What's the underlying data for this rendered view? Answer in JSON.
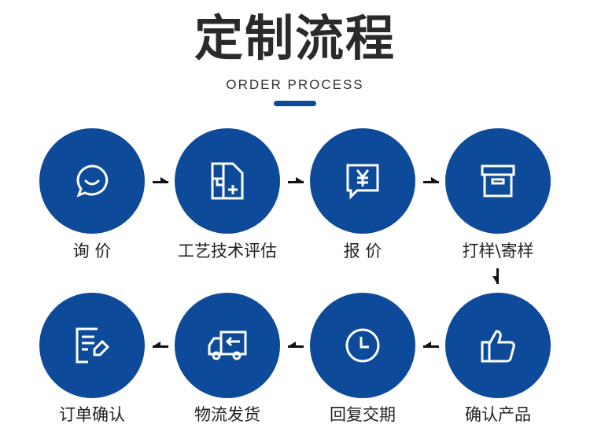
{
  "header": {
    "title": "定制流程",
    "subtitle": "ORDER PROCESS"
  },
  "accent": "#0d4a9a",
  "steps": [
    {
      "label": "询 价",
      "icon": "chat-bubble-icon"
    },
    {
      "label": "工艺技术评估",
      "icon": "blueprint-icon"
    },
    {
      "label": "报 价",
      "icon": "yen-quote-icon"
    },
    {
      "label": "打样\\寄样",
      "icon": "box-icon"
    },
    {
      "label": "确认产品",
      "icon": "thumbs-up-icon"
    },
    {
      "label": "回复交期",
      "icon": "clock-icon"
    },
    {
      "label": "物流发货",
      "icon": "delivery-truck-icon"
    },
    {
      "label": "订单确认",
      "icon": "order-form-icon"
    }
  ]
}
